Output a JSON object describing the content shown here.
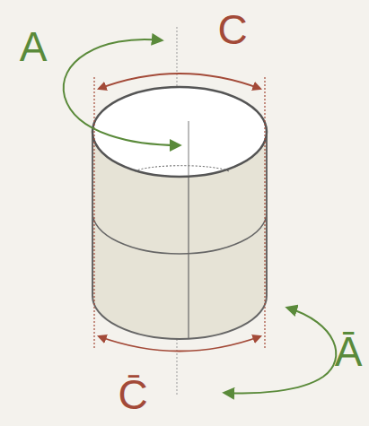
{
  "diagram": {
    "labels": [
      "A",
      "C",
      "C̄",
      "Ā"
    ]
  }
}
